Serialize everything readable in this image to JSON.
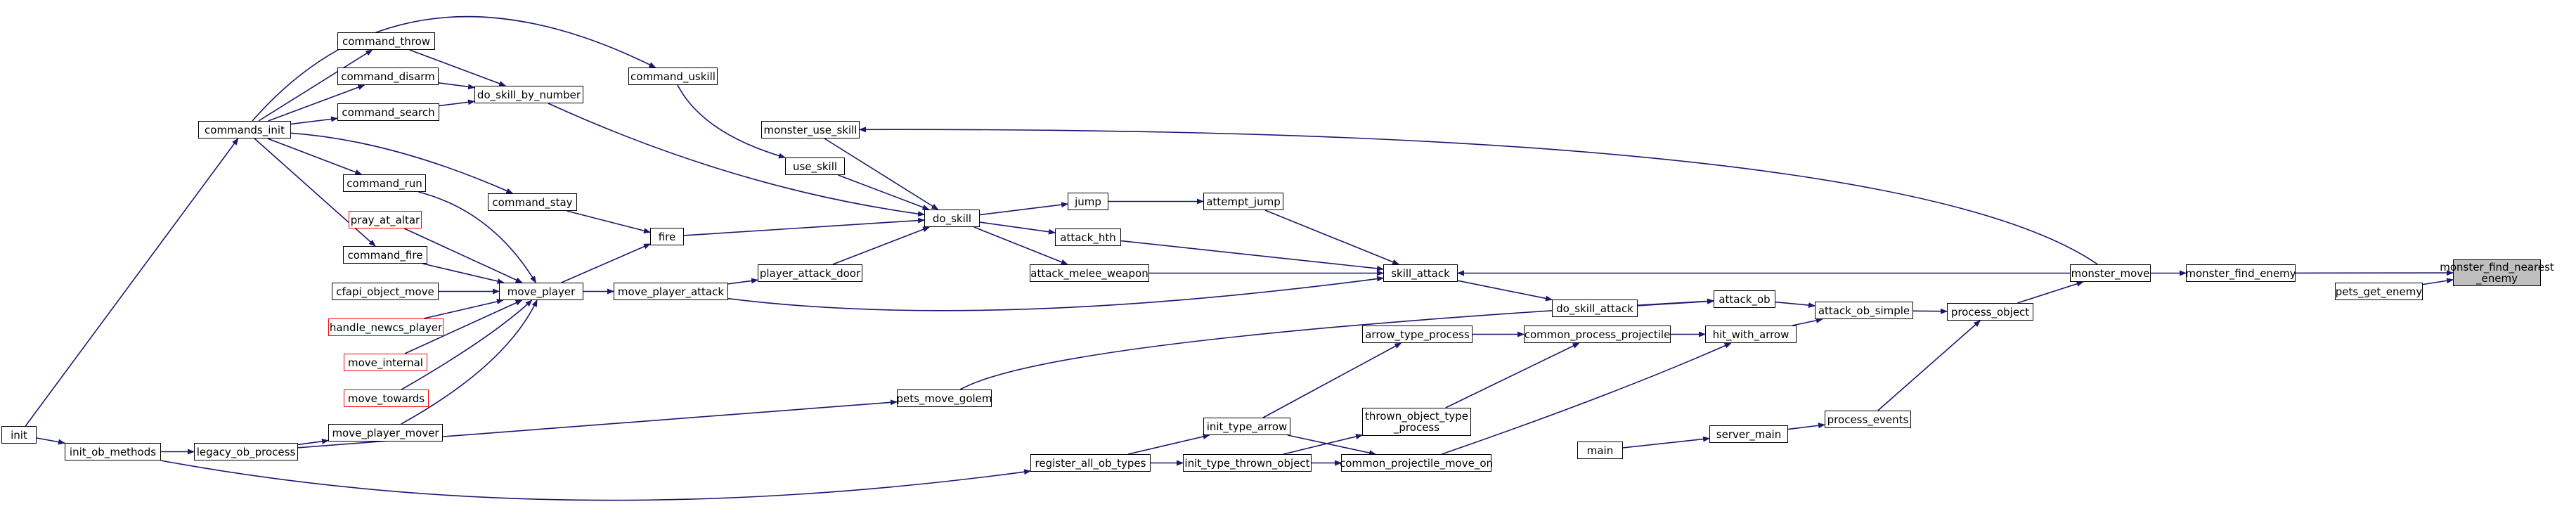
{
  "graph": {
    "colors": {
      "edge": "#191970",
      "node_border": "#000000",
      "missing_node_border": "#ff0000",
      "focus_fill": "#bfbfbf"
    },
    "nodes": {
      "monster_find_nearest_enemy": "monster_find_nearest\n_enemy",
      "monster_find_enemy": "monster_find_enemy",
      "pets_get_enemy": "pets_get_enemy",
      "monster_move": "monster_move",
      "process_object": "process_object",
      "process_events": "process_events",
      "server_main": "server_main",
      "main": "main",
      "attack_ob_simple": "attack_ob_simple",
      "attack_ob": "attack_ob",
      "hit_with_arrow": "hit_with_arrow",
      "do_skill_attack": "do_skill_attack",
      "skill_attack": "skill_attack",
      "common_process_projectile": "common_process_projectile",
      "common_projectile_move_on": "common_projectile_move_on",
      "arrow_type_process": "arrow_type_process",
      "thrown_object_type_process": "thrown_object_type\n_process",
      "init_type_arrow": "init_type_arrow",
      "init_type_thrown_object": "init_type_thrown_object",
      "register_all_ob_types": "register_all_ob_types",
      "pets_move_golem": "pets_move_golem",
      "attempt_jump": "attempt_jump",
      "jump": "jump",
      "attack_hth": "attack_hth",
      "attack_melee_weapon": "attack_melee_weapon",
      "do_skill": "do_skill",
      "monster_use_skill": "monster_use_skill",
      "use_skill": "use_skill",
      "fire": "fire",
      "player_attack_door": "player_attack_door",
      "move_player_attack": "move_player_attack",
      "move_player": "move_player",
      "do_skill_by_number": "do_skill_by_number",
      "command_uskill": "command_uskill",
      "command_stay": "command_stay",
      "command_throw": "command_throw",
      "command_disarm": "command_disarm",
      "command_search": "command_search",
      "commands_init": "commands_init",
      "command_run": "command_run",
      "pray_at_altar": "pray_at_altar",
      "command_fire": "command_fire",
      "cfapi_object_move": "cfapi_object_move",
      "handle_newcs_player": "handle_newcs_player",
      "move_internal": "move_internal",
      "move_towards": "move_towards",
      "move_player_mover": "move_player_mover",
      "legacy_ob_process": "legacy_ob_process",
      "init_ob_methods": "init_ob_methods",
      "init": "init"
    }
  }
}
